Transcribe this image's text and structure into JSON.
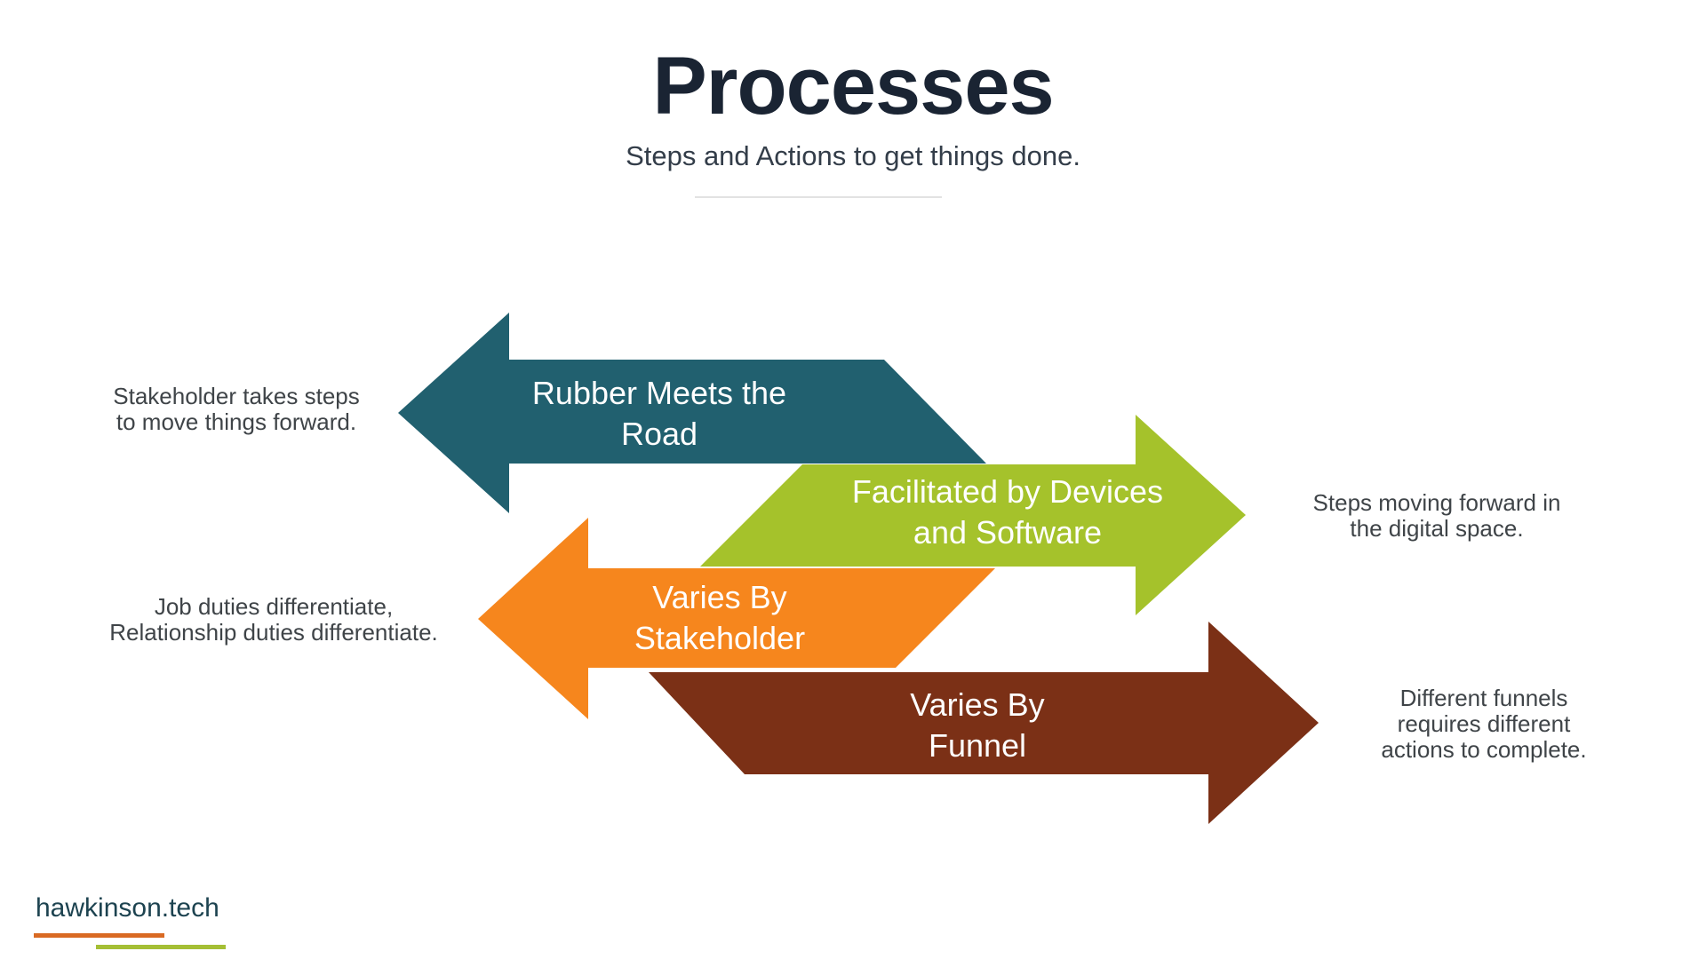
{
  "slide": {
    "title": "Processes",
    "subtitle": "Steps and Actions to get things done.",
    "footer_logo": "hawkinson.tech"
  },
  "colors": {
    "background": "#FFFFFF",
    "title_text": "#1A2433",
    "subtitle_text": "#333D49",
    "caption_text": "#3F4448",
    "label_text": "#FFFFFF",
    "divider": "#E2E2E2",
    "teal": "#21606F",
    "green": "#A5C22B",
    "orange": "#F6861D",
    "brown": "#7B3016",
    "logo_text": "#1D4350",
    "logo_bar_orange": "#D96A23",
    "logo_bar_green": "#A5BF35"
  },
  "arrows": [
    {
      "name": "rubber-meets-the-road",
      "direction": "left",
      "color": "#21606F",
      "label": "Rubber Meets the\nRoad",
      "caption": "Stakeholder takes steps\nto move things forward."
    },
    {
      "name": "facilitated-by-devices-and-software",
      "direction": "right",
      "color": "#A5C22B",
      "label": "Facilitated by Devices\nand Software",
      "caption": "Steps moving forward in\nthe digital space."
    },
    {
      "name": "varies-by-stakeholder",
      "direction": "left",
      "color": "#F6861D",
      "label": "Varies By\nStakeholder",
      "caption": "Job duties differentiate,\nRelationship duties differentiate."
    },
    {
      "name": "varies-by-funnel",
      "direction": "right",
      "color": "#7B3016",
      "label": "Varies By\nFunnel",
      "caption": "Different funnels\nrequires different\nactions to complete."
    }
  ]
}
